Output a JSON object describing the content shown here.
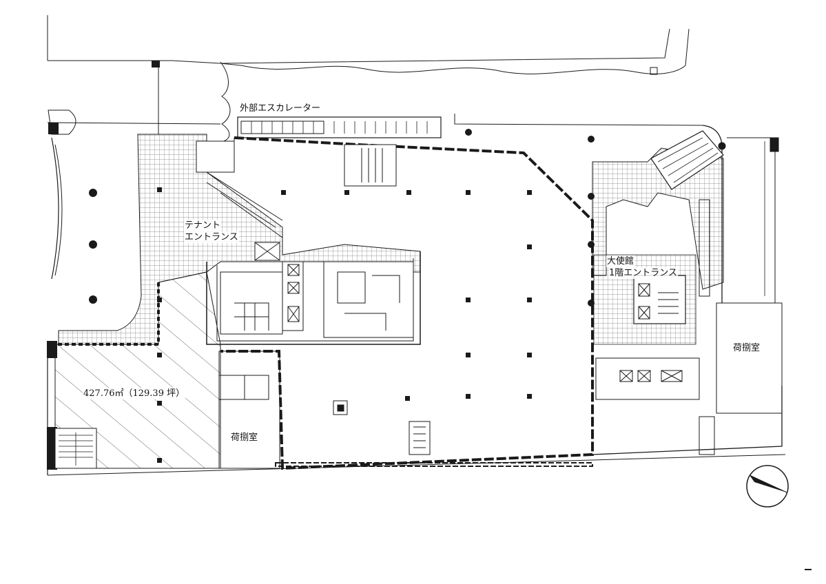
{
  "labels": {
    "escalator": "外部エスカレーター",
    "tenant_entrance_1": "テナント",
    "tenant_entrance_2": "エントランス",
    "embassy_entrance_1": "大使館",
    "embassy_entrance_2": "1階エントランス",
    "loading_room_left": "荷捌室",
    "loading_room_right": "荷捌室",
    "leasable_area": "427.76㎡（129.39 坪）"
  },
  "colors": {
    "line": "#1a1a1a",
    "grid": "#777777",
    "hatch": "#555555"
  }
}
